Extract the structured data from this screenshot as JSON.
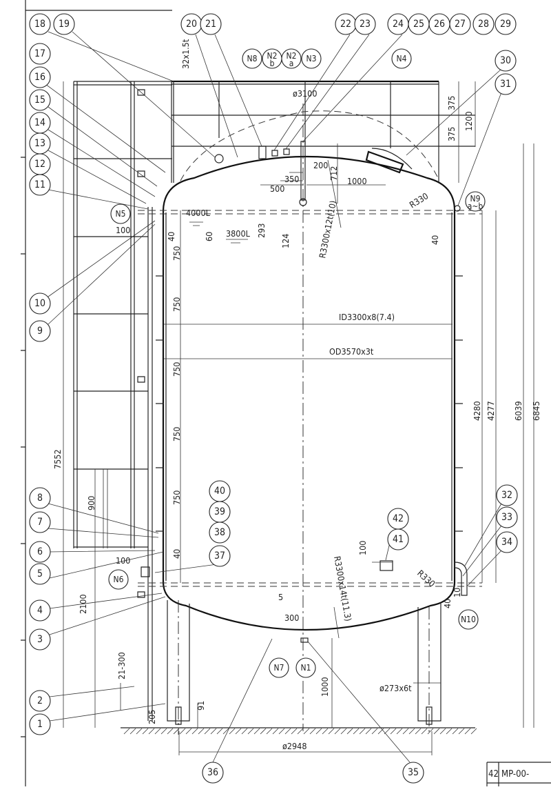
{
  "part_balloons": [
    "1",
    "2",
    "3",
    "4",
    "5",
    "6",
    "7",
    "8",
    "9",
    "10",
    "11",
    "12",
    "13",
    "14",
    "15",
    "16",
    "17",
    "18",
    "19",
    "20",
    "21",
    "22",
    "23",
    "24",
    "25",
    "26",
    "27",
    "28",
    "29",
    "30",
    "31",
    "32",
    "33",
    "34",
    "35",
    "36",
    "37",
    "38",
    "39",
    "40",
    "41",
    "42"
  ],
  "nozzles": [
    {
      "label": "N8",
      "sub": ""
    },
    {
      "label": "N2",
      "sub": "b"
    },
    {
      "label": "N2",
      "sub": "a"
    },
    {
      "label": "N3",
      "sub": ""
    },
    {
      "label": "N4",
      "sub": ""
    },
    {
      "label": "N5",
      "sub": ""
    },
    {
      "label": "N9",
      "sub": "a~b"
    },
    {
      "label": "N6",
      "sub": ""
    },
    {
      "label": "N10",
      "sub": ""
    },
    {
      "label": "N7",
      "sub": ""
    },
    {
      "label": "N1",
      "sub": ""
    }
  ],
  "dimensions": {
    "platform_dia": "ø3100",
    "railing_pipe": "32x1.5t",
    "rail_375_a": "375",
    "rail_375_b": "375",
    "rail_1200": "1200",
    "nozzle_200": "200",
    "nozzle_350": "350",
    "nozzle_500": "500",
    "nozzle_1000": "1000",
    "dim_712": "712",
    "top_head": "R3300x12t(10)",
    "top_knuckle": "R330",
    "level_4000": "4000L",
    "level_3800": "3800L",
    "dim_293": "293",
    "dim_124": "124",
    "dim_60": "60",
    "dim_40_tl": "40",
    "dim_40_tr": "40",
    "dim_100_top": "100",
    "shell_750": [
      "750",
      "750",
      "750",
      "750",
      "750"
    ],
    "shell_id": "ID3300x8(7.4)",
    "shell_od": "OD3570x3t",
    "dim_900": "900",
    "dim_100_bot": "100",
    "dim_40_bl": "40",
    "dim_2100": "2100",
    "dim_21_300": "21-300",
    "dim_205": "205",
    "dim_91": "91",
    "dim_7552": "7552",
    "bottom_head": "R3300x14t(11.3)",
    "bottom_knuckle": "R330",
    "dim_300": "300",
    "dim_5": "5",
    "dim_100_41": "100",
    "dim_10": "10",
    "dim_40_br": "40",
    "dim_1000_bot": "1000",
    "leg_pipe": "ø273x6t",
    "leg_pcd": "ø2948",
    "dim_4280": "4280",
    "dim_4277": "4277",
    "dim_6039": "6039",
    "dim_6845": "6845"
  },
  "title_block": {
    "sheet": "42",
    "drawing_no": "MP-00-"
  }
}
